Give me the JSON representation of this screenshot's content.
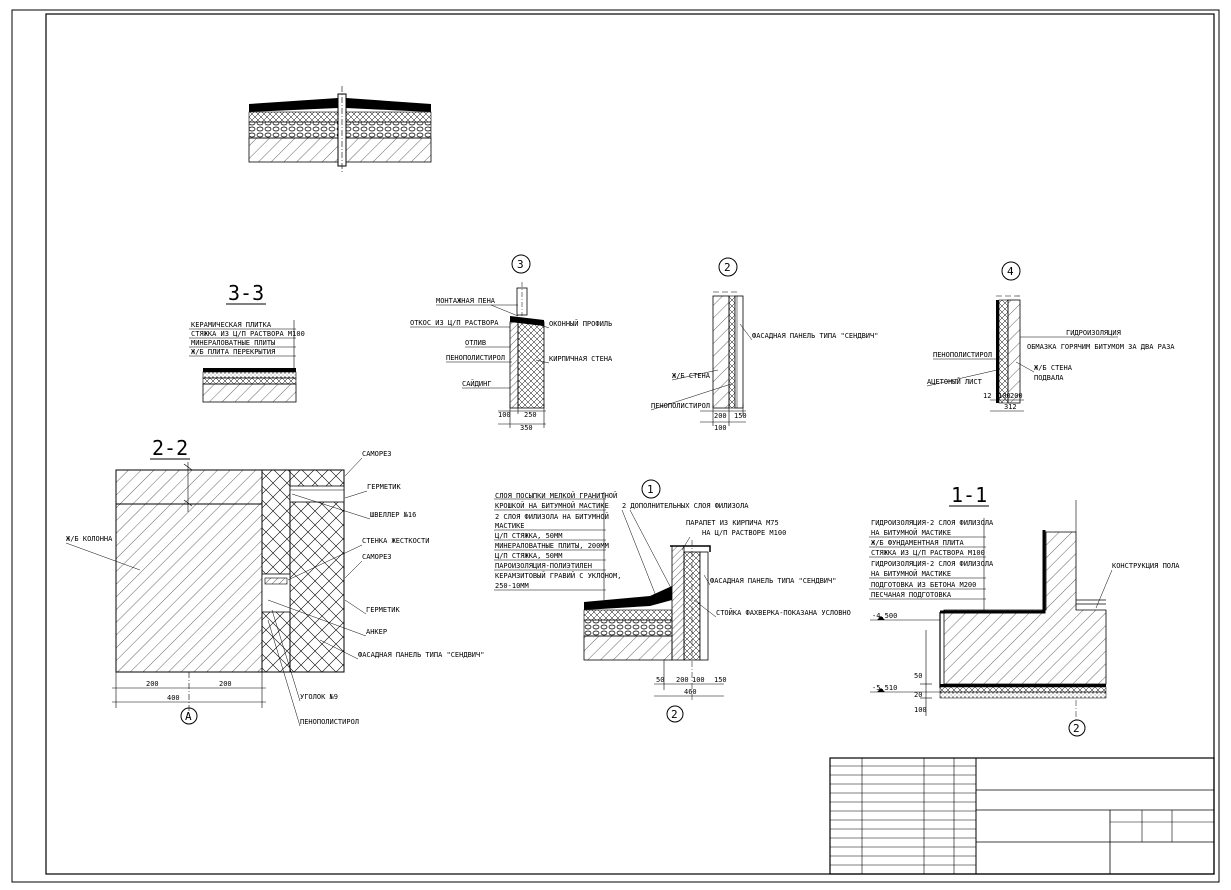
{
  "sections": {
    "s33": "3-3",
    "s22": "2-2",
    "s11": "1-1"
  },
  "markers": {
    "m3": "3",
    "m2": "2",
    "m4": "4",
    "m1": "1",
    "axis_a": "А",
    "axis_2a": "2",
    "axis_2b": "2"
  },
  "layers_33": [
    "КЕРАМИЧЕСКАЯ ПЛИТКА",
    "СТЯЖКА ИЗ Ц/П РАСТВОРА М100",
    "МИНЕРАЛОВАТНЫЕ ПЛИТЫ",
    "Ж/Б ПЛИТА ПЕРЕКРЫТИЯ"
  ],
  "layers_1": [
    "СЛОЯ ПОСЫПКИ МЕЛКОЙ ГРАНИТНОЙ",
    "КРОШКОЙ НА БИТУМНОЙ МАСТИКЕ",
    "2 СЛОЯ ФИЛИЗОЛА НА БИТУМНОЙ",
    "МАСТИКЕ",
    "Ц/П СТЯЖКА, 50ММ",
    "МИНЕРАЛОВАТНЫЕ ПЛИТЫ, 200ММ",
    "Ц/П СТЯЖКА, 50ММ",
    "ПАРОИЗОЛЯЦИЯ-ПОЛИЭТИЛЕН",
    "КЕРАМЗИТОВЫЙ ГРАВИЙ С УКЛОНОМ,",
    "250-10ММ"
  ],
  "layers_11": [
    "ГИДРОИЗОЛЯЦИЯ-2 СЛОЯ ФИЛИЗОЛА",
    "НА БИТУМНОЙ МАСТИКЕ",
    "Ж/Б ФУНДАМЕНТНАЯ ПЛИТА",
    "СТЯЖКА ИЗ Ц/П РАСТВОРА М100",
    "ГИДРОИЗОЛЯЦИЯ-2 СЛОЯ ФИЛИЗОЛА",
    "НА БИТУМНОЙ МАСТИКЕ",
    "ПОДГОТОВКА ИЗ БЕТОНА М200",
    "ПЕСЧАНАЯ ПОДГОТОВКА"
  ],
  "labels3": {
    "foam": "МОНТАЖНАЯ ПЕНА",
    "slope": "ОТКОС ИЗ Ц/П РАСТВОРА",
    "drip": "ОТЛИВ",
    "pps": "ПЕНОПОЛИСТИРОЛ",
    "siding": "САЙДИНГ",
    "profile": "ОКОННЫЙ ПРОФИЛЬ",
    "brick": "КИРПИЧНАЯ СТЕНА"
  },
  "labels2": {
    "panel": "ФАСАДНАЯ ПАНЕЛЬ ТИПА \"СЕНДВИЧ\"",
    "wall": "Ж/Б СТЕНА",
    "pps": "ПЕНОПОЛИСТИРОЛ"
  },
  "labels4": {
    "hydro": "ГИДРОИЗОЛЯЦИЯ",
    "coat": "ОБМАЗКА ГОРЯЧИМ БИТУМОМ ЗА ДВА РАЗА",
    "pps": "ПЕНОПОЛИСТИРОЛ",
    "asb": "АЦЕТОНЫЙ ЛИСТ",
    "wall1": "Ж/Б СТЕНА",
    "wall2": "ПОДВАЛА"
  },
  "labels22": {
    "screw1": "САМОРЕЗ",
    "seal1": "ГЕРМЕТИК",
    "channel": "ШВЕЛЛЕР №16",
    "column": "Ж/Б КОЛОННА",
    "stiff": "СТЕНКА ЖЕСТКОСТИ",
    "screw2": "САМОРЕЗ",
    "seal2": "ГЕРМЕТИК",
    "anchor": "АНКЕР",
    "panel": "ФАСАДНАЯ ПАНЕЛЬ ТИПА \"СЕНДВИЧ\"",
    "angle": "УГОЛОК №9",
    "pps": "ПЕНОПОЛИСТИРОЛ"
  },
  "labels1": {
    "extra": "2 ДОПОЛНИТЕЛЬНЫХ СЛОЯ ФИЛИЗОЛА",
    "parapet1": "ПАРАПЕТ ИЗ КИРПИЧА М75",
    "parapet2": "НА Ц/П РАСТВОРЕ М100",
    "panel": "ФАСАДНАЯ ПАНЕЛЬ ТИПА \"СЕНДВИЧ\"",
    "frame": "СТОЙКА ФАХВЕРКА-ПОКАЗАНА УСЛОВНО"
  },
  "labels11": {
    "floor": "КОНСТРУКЦИЯ ПОЛА",
    "lvl1": "-4,500",
    "lvl2": "-5,510"
  },
  "dims": {
    "d3a": "100",
    "d3b": "250",
    "d3c": "350",
    "d2a": "200",
    "d2b": "150",
    "d2c": "100",
    "d4a": "12",
    "d4b": "100",
    "d4c": "200",
    "d4d": "312",
    "d22a": "200",
    "d22b": "200",
    "d22c": "400",
    "d1a": "50",
    "d1b": "200",
    "d1c": "100",
    "d1d": "150",
    "d1e": "460",
    "d11a": "50",
    "d11b": "20",
    "d11c": "100"
  }
}
